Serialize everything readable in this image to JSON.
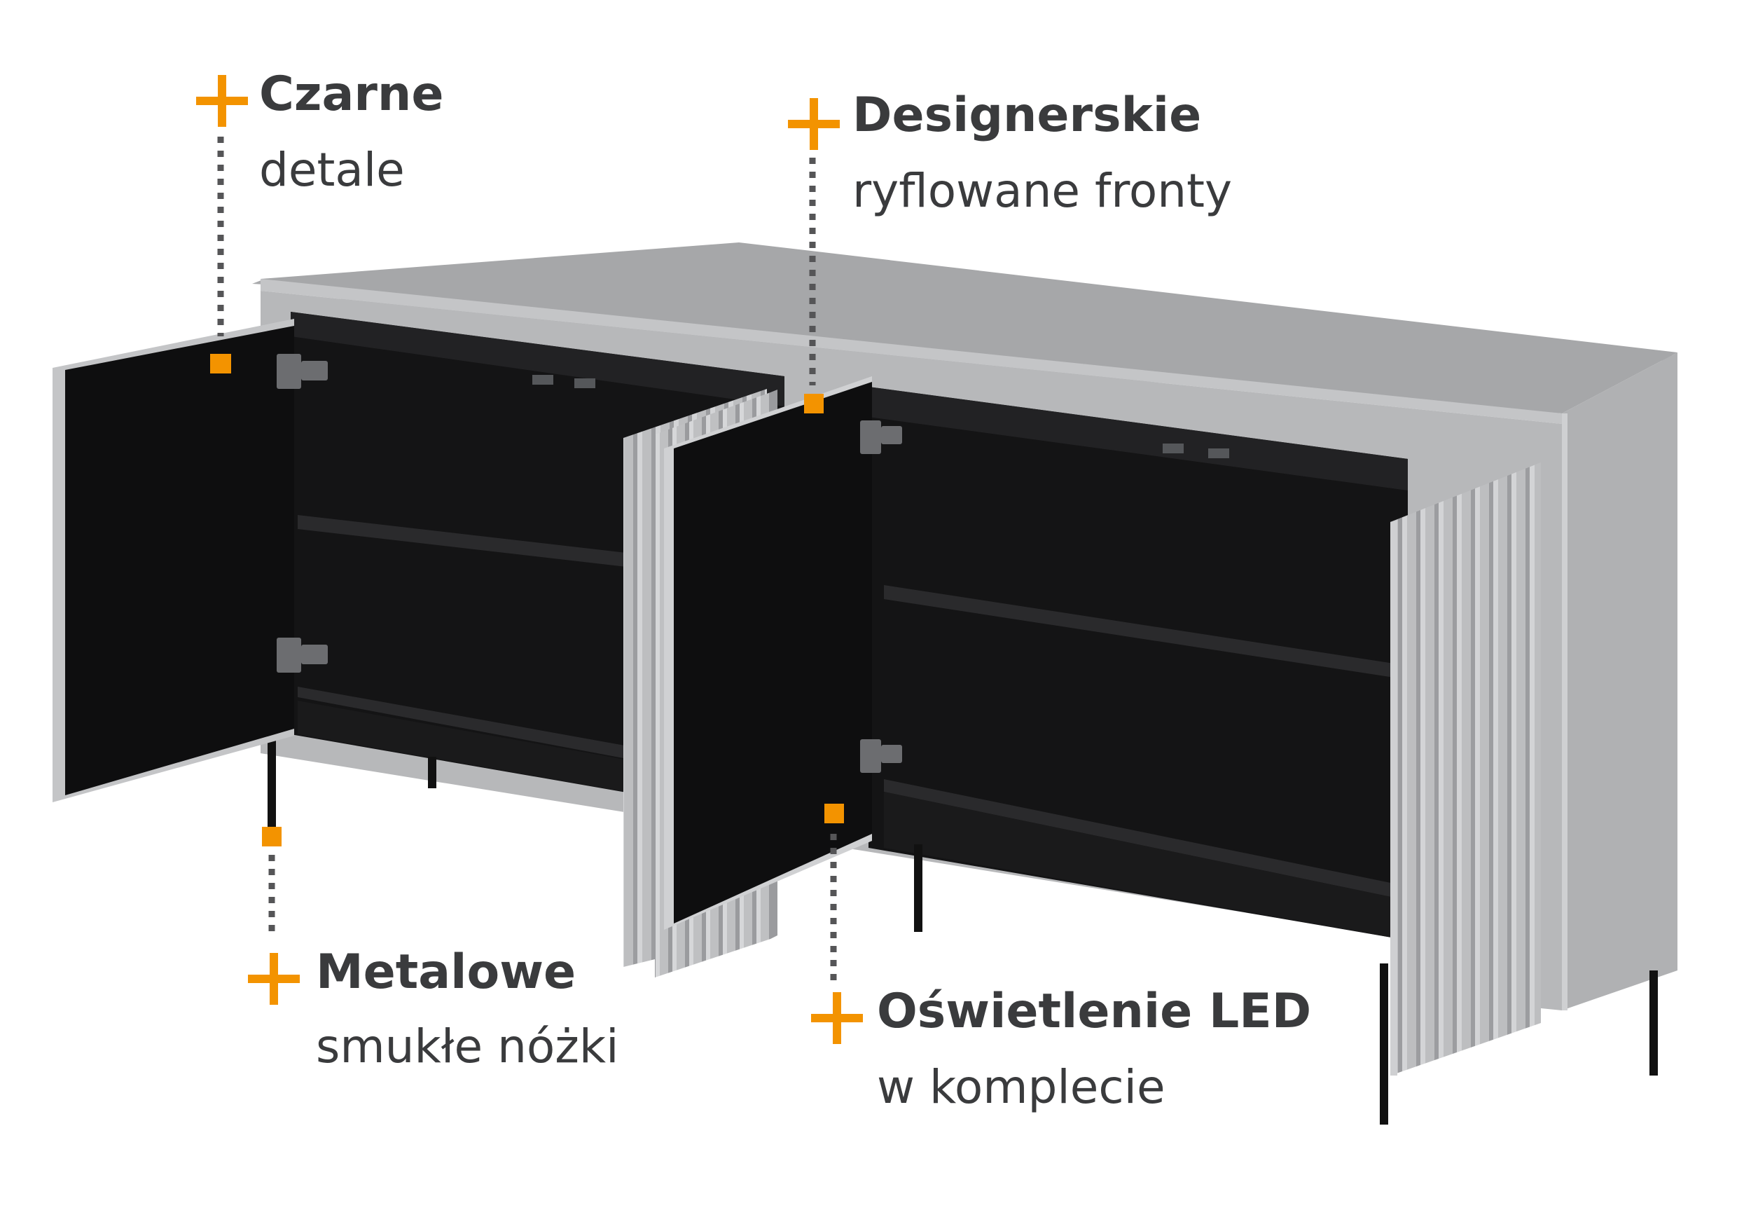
{
  "colors": {
    "accent": "#f39300",
    "text": "#3a3b3d",
    "cabinet_body": "#b4b5b7",
    "cabinet_top": "#a5a6a8",
    "interior": "#0f0f10",
    "legs": "#111111",
    "dotted_line": "#555555"
  },
  "callouts": [
    {
      "icon": "plus-icon",
      "title": "Czarne",
      "subtitle": "detale"
    },
    {
      "icon": "plus-icon",
      "title": "Designerskie",
      "subtitle": "ryflowane fronty"
    },
    {
      "icon": "plus-icon",
      "title": "Metalowe",
      "subtitle": "smukłe nóżki"
    },
    {
      "icon": "plus-icon",
      "title": "Oświetlenie LED",
      "subtitle": "w komplecie"
    }
  ]
}
